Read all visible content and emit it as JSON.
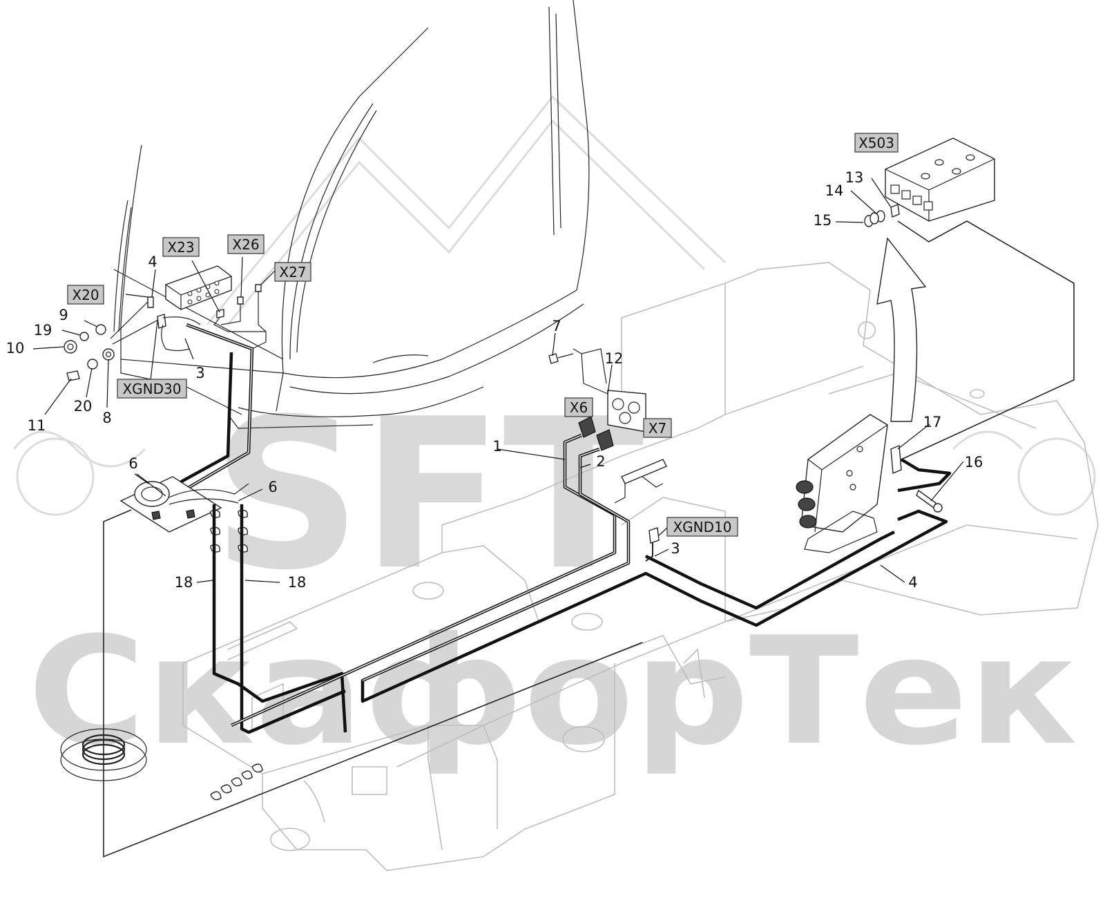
{
  "watermark": {
    "logo_text": "SFT",
    "brand_text": "СкафорТек"
  },
  "connector_tags": [
    {
      "id": "X20",
      "label": "X20"
    },
    {
      "id": "X23",
      "label": "X23"
    },
    {
      "id": "X26",
      "label": "X26"
    },
    {
      "id": "X27",
      "label": "X27"
    },
    {
      "id": "XGND30",
      "label": "XGND30"
    },
    {
      "id": "X6",
      "label": "X6"
    },
    {
      "id": "X7",
      "label": "X7"
    },
    {
      "id": "XGND10",
      "label": "XGND10"
    },
    {
      "id": "X503",
      "label": "X503"
    }
  ],
  "callouts": [
    "1",
    "2",
    "3",
    "3",
    "4",
    "4",
    "6",
    "6",
    "7",
    "8",
    "9",
    "10",
    "11",
    "12",
    "13",
    "14",
    "15",
    "16",
    "17",
    "18",
    "18",
    "19",
    "20"
  ],
  "colors": {
    "tag_fill": "#c8c8c8",
    "line": "#111111",
    "ghost": "#bdbdbd",
    "watermark": "#d6d6d6"
  }
}
